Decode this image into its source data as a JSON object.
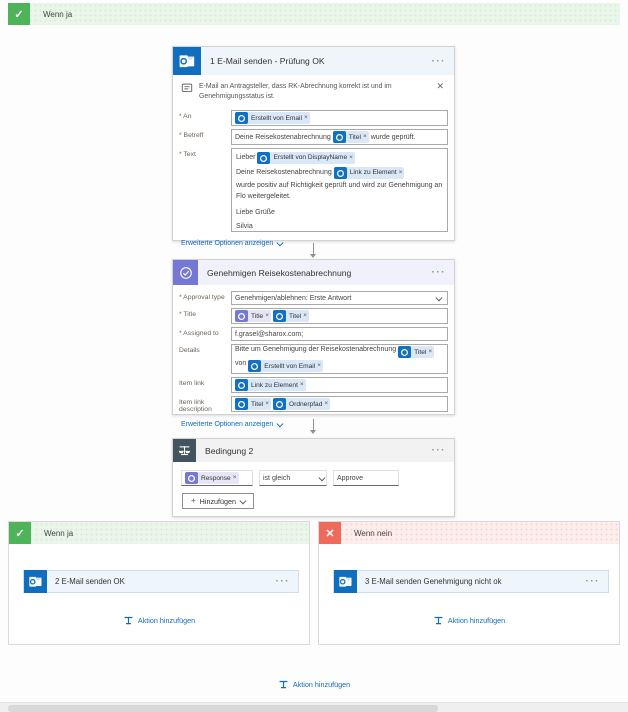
{
  "scope": {
    "label": "Wenn ja"
  },
  "email1": {
    "title": "1 E-Mail senden - Prüfung OK",
    "note": "E-Mail an Antragsteller, dass RK-Abrechnung korrekt ist und im Genehmigungsstatus ist.",
    "an_label": "* An",
    "an_chip": "Erstellt von Email",
    "betreff_label": "* Betreff",
    "betreff_pre": "Deine Reisekostenabrechnung",
    "betreff_chip": "Titel",
    "betreff_post": "wurde geprüft.",
    "text_label": "* Text",
    "text_line1_pre": "Lieber",
    "text_line1_chip": "Erstellt von DisplayName",
    "text_line2_pre": "Deine Reisekostenabrechnung",
    "text_line2_chip": "Link zu Element",
    "text_line2_post": "wurde positiv auf Richtigkeit geprüft und wird zur Genehmigung an Flo weitergeleitet.",
    "text_closing": "Liebe Grüße",
    "text_signature": "Silvia",
    "advanced": "Erweiterte Optionen anzeigen"
  },
  "approval": {
    "title": "Genehmigen Reisekostenabrechnung",
    "type_label": "* Approval type",
    "type_value": "Genehmigen/ablehnen: Erste Antwort",
    "title_label": "* Title",
    "title_chip1": "Title",
    "title_chip2": "Titel",
    "assigned_label": "* Assigned to",
    "assigned_value": "f.grasel@sharox.com;",
    "details_label": "Details",
    "details_pre": "Bitte um Genehmigung der Reisekostenabrechnung",
    "details_chip1": "Titel",
    "details_mid": "von",
    "details_chip2": "Erstellt von Email",
    "itemlink_label": "Item link",
    "itemlink_chip": "Link zu Element",
    "itemdesc_label": "Item link description",
    "itemdesc_chip1": "Titel",
    "itemdesc_chip2": "Ordnerpfad",
    "advanced": "Erweiterte Optionen anzeigen"
  },
  "condition": {
    "title": "Bedingung 2",
    "chip": "Response",
    "operator": "ist gleich",
    "value": "Approve",
    "add_button": "Hinzufügen"
  },
  "branch_yes": {
    "label": "Wenn ja",
    "card_title": "2 E-Mail senden OK",
    "add_action": "Aktion hinzufügen"
  },
  "branch_no": {
    "label": "Wenn nein",
    "card_title": "3 E-Mail senden Genehmigung nicht ok",
    "add_action": "Aktion hinzufügen"
  },
  "footer": {
    "add_action": "Aktion hinzufügen"
  },
  "colors": {
    "outlook_blue": "#106ebe",
    "approvals_purple": "#7477d3",
    "condition_dark": "#44545e",
    "yes_green": "#4db45a",
    "no_red": "#ee6b5c",
    "link_blue": "#0f6cbd",
    "chip_blue_bg": "#d9e7f6",
    "chip_purple_bg": "#e6e6f8"
  }
}
